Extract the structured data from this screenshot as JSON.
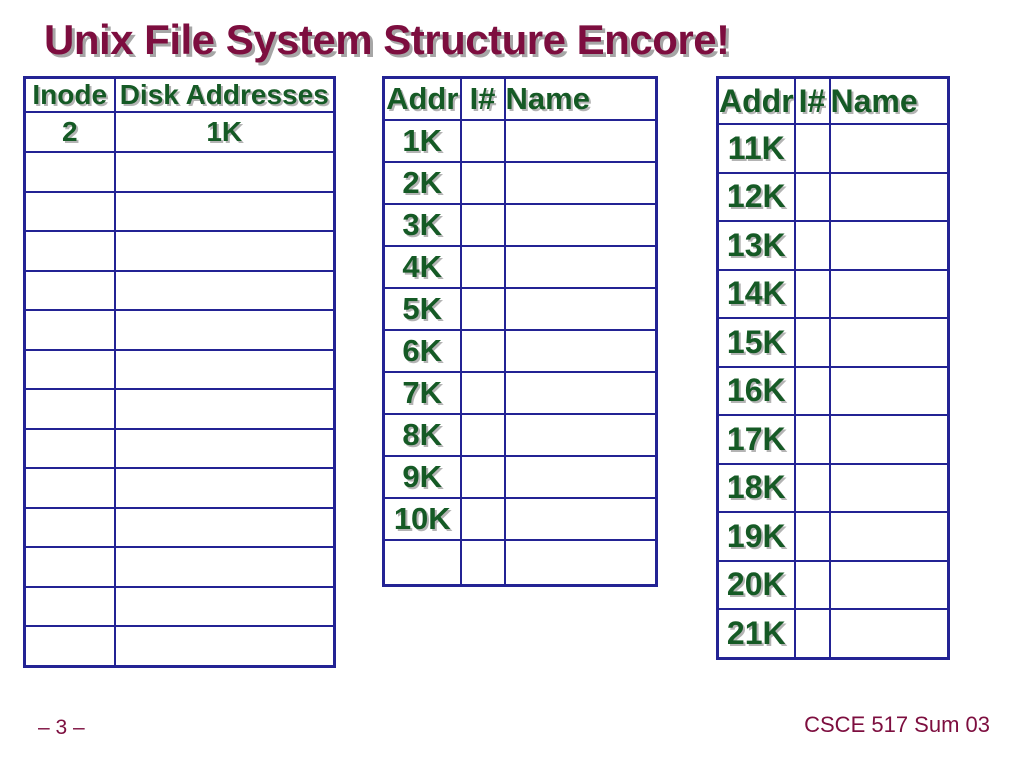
{
  "slide": {
    "title": "Unix File System Structure Encore!"
  },
  "colors": {
    "background": "#FFFFFF",
    "title_text": "#7D0E3F",
    "table_border": "#232394",
    "table_text": "#155A25",
    "text_shadow": "#B4B4B4",
    "footer_text": "#7D0E3F"
  },
  "inode_table": {
    "headers": [
      "Inode",
      "Disk Addresses"
    ],
    "data_row": [
      "2",
      "1K"
    ],
    "empty_row_count": 13
  },
  "block_table_1": {
    "headers": [
      "Addr",
      "I#",
      "Name"
    ],
    "addrs": [
      "1K",
      "2K",
      "3K",
      "4K",
      "5K",
      "6K",
      "7K",
      "8K",
      "9K",
      "10K"
    ],
    "trailing_empty_rows": 1
  },
  "block_table_2": {
    "headers": [
      "Addr",
      "I#",
      "Name"
    ],
    "addrs": [
      "11K",
      "12K",
      "13K",
      "14K",
      "15K",
      "16K",
      "17K",
      "18K",
      "19K",
      "20K",
      "21K"
    ]
  },
  "footer": {
    "page_label": "– 3 –",
    "course_label": "CSCE 517 Sum 03"
  }
}
